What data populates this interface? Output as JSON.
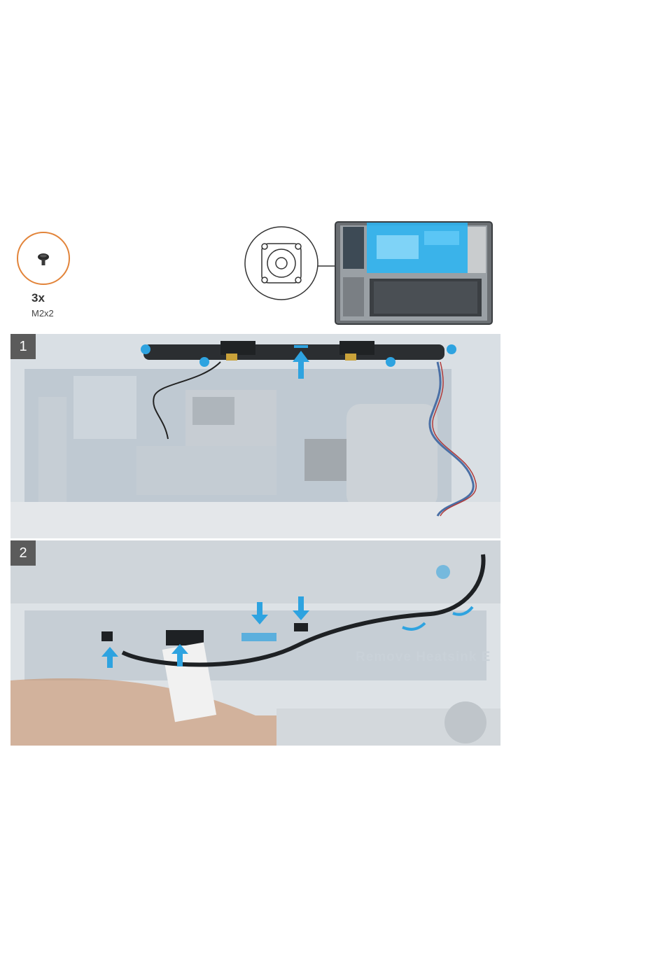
{
  "screw": {
    "quantity": "3x",
    "size": "M2x2"
  },
  "steps": [
    {
      "number": "1"
    },
    {
      "number": "2",
      "silkscreen_text": "Remove Heatsink E"
    }
  ],
  "colors": {
    "arrow": "#2ea3e0",
    "highlight": "#29b6f6",
    "screw_ring": "#e2843a",
    "badge": "#5b5b5b",
    "copper": "#c98b5e"
  }
}
